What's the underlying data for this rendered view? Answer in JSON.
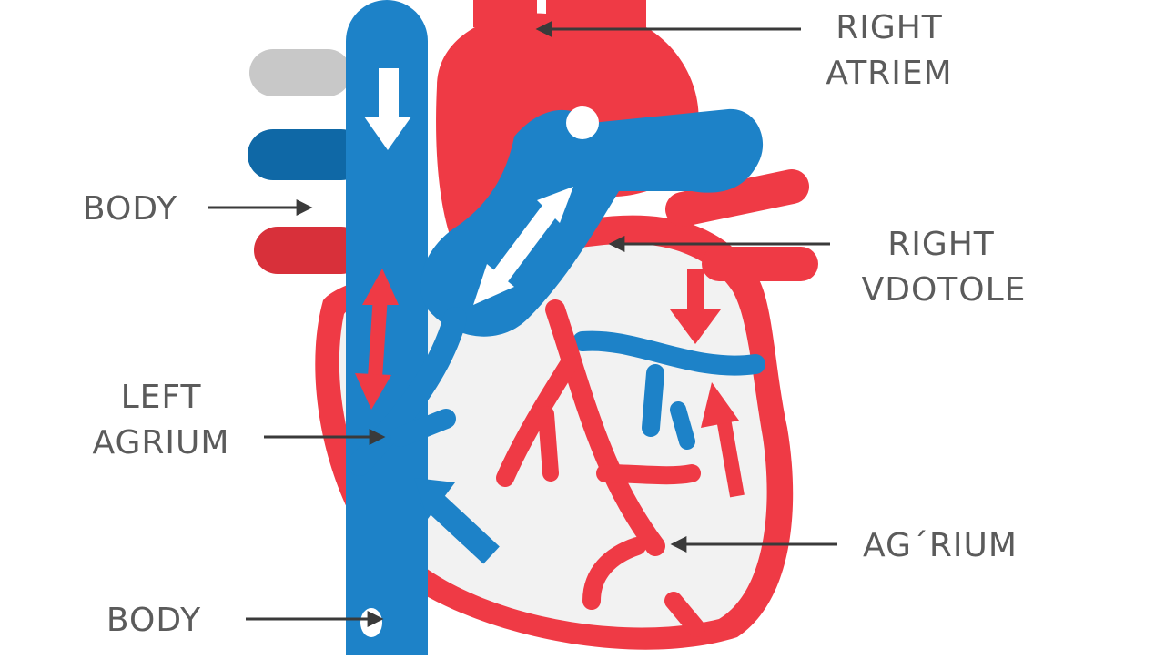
{
  "colors": {
    "background": "#ffffff",
    "artery_red": "#ef3a45",
    "vein_blue": "#1d82c8",
    "dark_blue": "#0f68a6",
    "dark_red": "#d8303a",
    "chamber_fill": "#f2f2f2",
    "gray_vessel": "#c8c8c8",
    "label_text": "#5b5b5b",
    "pointer": "#3a3a3a"
  },
  "labels": {
    "right_atriem": {
      "line1": "RIGHT",
      "line2": "ATRIEM"
    },
    "body_top": {
      "text": "BODY"
    },
    "right_vdotole": {
      "line1": "RIGHT",
      "line2": "VDOTOLE"
    },
    "left_agrium": {
      "line1": "LEFT",
      "line2": "AGRIUM"
    },
    "agrium": {
      "text": "AG´RIUM"
    },
    "body_bottom": {
      "text": "BODY"
    }
  }
}
